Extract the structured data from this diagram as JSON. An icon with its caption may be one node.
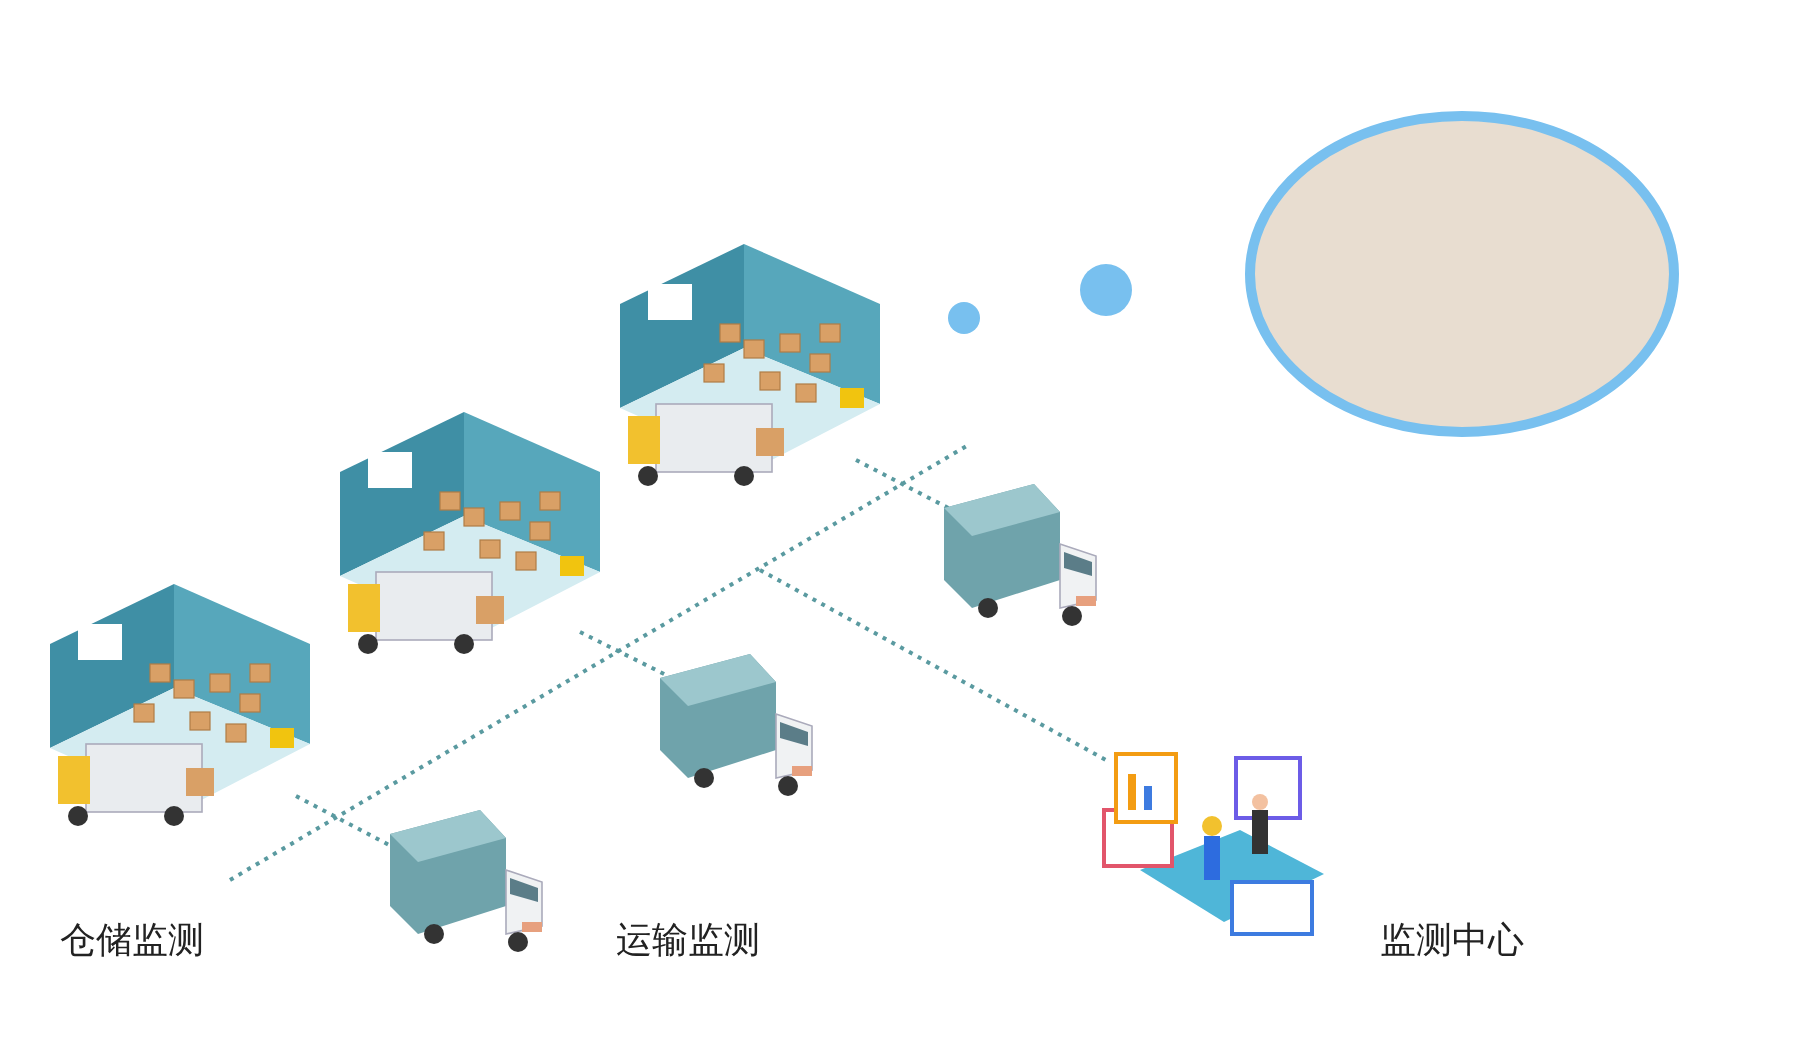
{
  "diagram": {
    "nodes": [
      {
        "text": [],
        "shape": "picture"
      },
      {
        "text": [],
        "shape": "picture"
      },
      {
        "text": [],
        "shape": "picture"
      },
      {
        "text": [],
        "shape": "picture"
      },
      {
        "text": [],
        "shape": "picture"
      },
      {
        "text": [],
        "shape": "picture"
      },
      {
        "text": [],
        "shape": "picture"
      },
      {
        "text": [],
        "shape": "circle"
      }
    ],
    "edges": [
      {
        "from": 0,
        "to": 3,
        "arrow": "none"
      },
      {
        "from": 1,
        "to": 4,
        "arrow": "none"
      },
      {
        "from": 2,
        "to": 5,
        "arrow": "none"
      },
      {
        "from": null,
        "to": 6,
        "arrow": "none"
      }
    ],
    "labels": [
      "仓储监测",
      "运输监测",
      "监测中心"
    ]
  }
}
